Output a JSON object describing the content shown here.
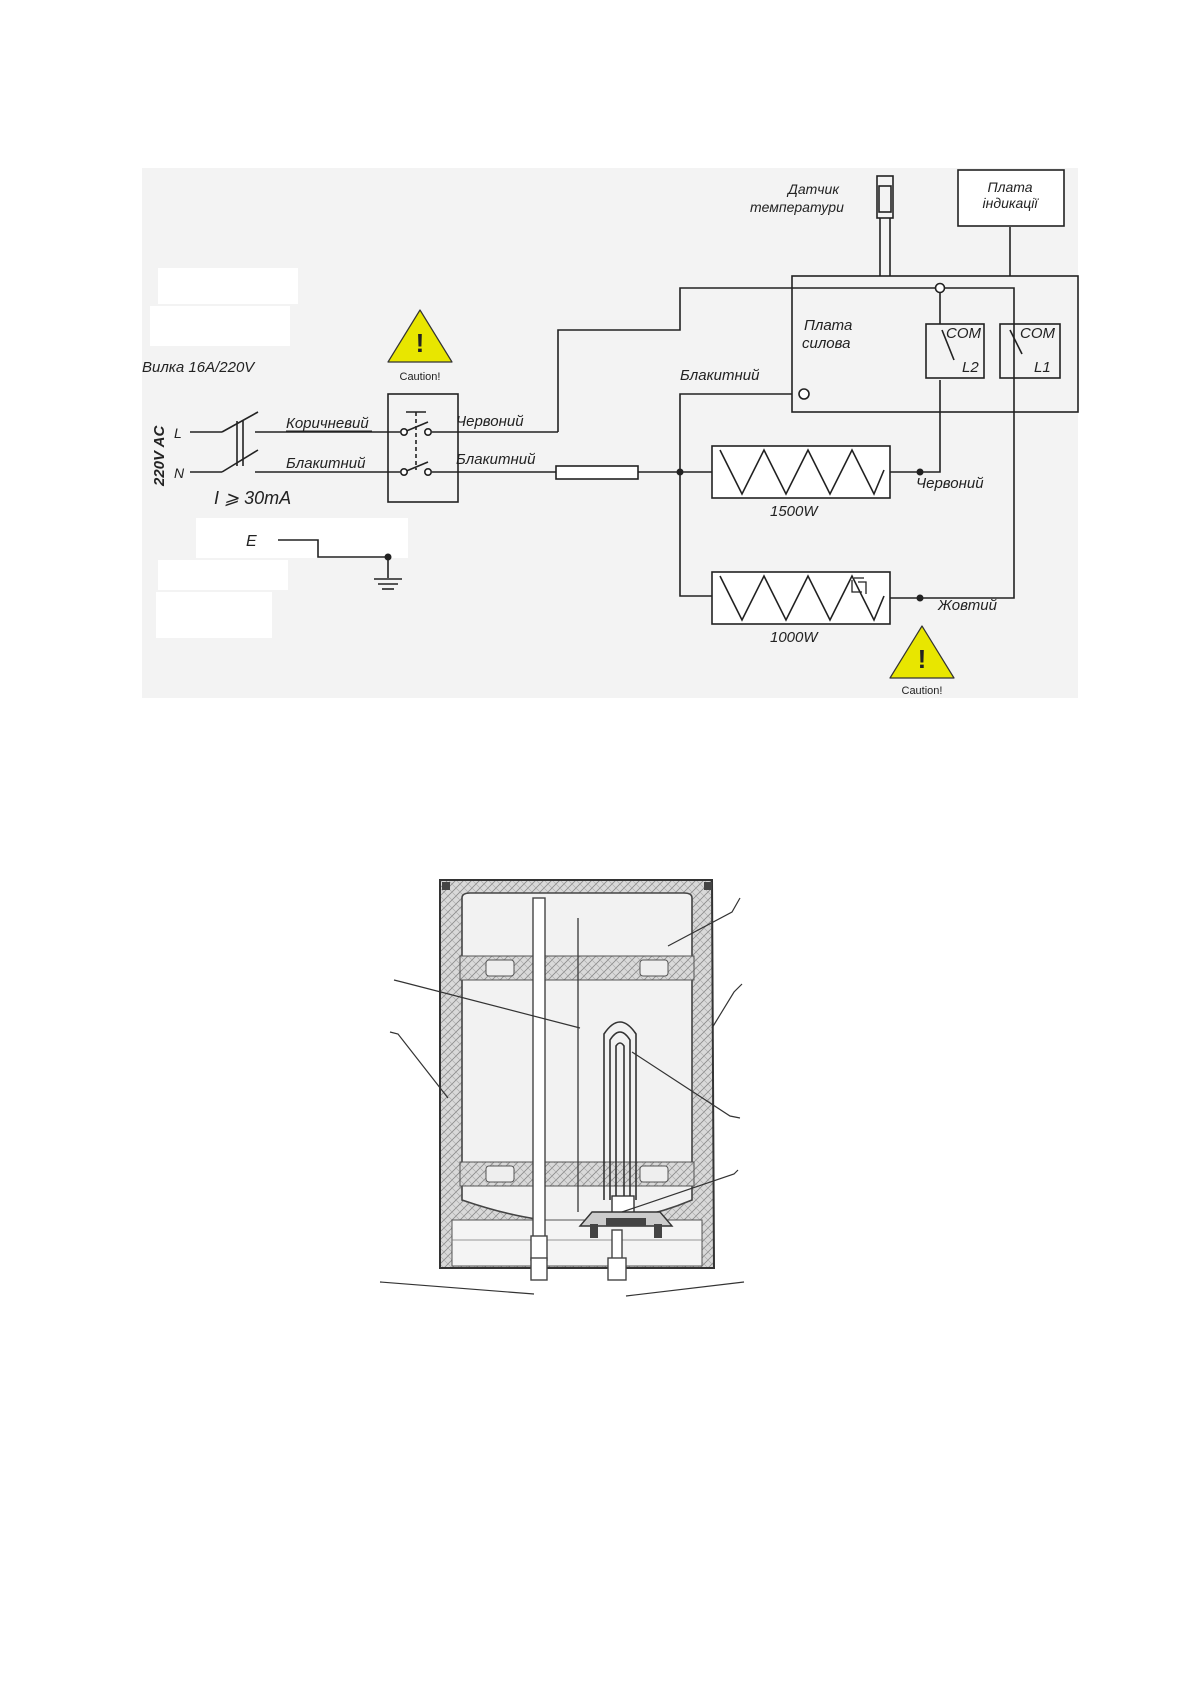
{
  "wiring": {
    "plug_label": "Вилка 16A/220V",
    "voltage_label": "220V AC",
    "line_L": "L",
    "line_N": "N",
    "earth_E": "E",
    "rcd_label": "I ⩾ 30mA",
    "wire_brown": "Коричневий",
    "wire_blue_in": "Блакитний",
    "wire_red_out": "Червоний",
    "wire_blue_out": "Блакитний",
    "wire_blue_board": "Блакитний",
    "wire_red_heater": "Червоний",
    "wire_yellow_heater": "Жовтий",
    "caution_1": "Caution!",
    "caution_2": "Caution!",
    "caution_symbol": "!",
    "sensor_label_1": "Датчик",
    "sensor_label_2": "температури",
    "display_board_1": "Плата",
    "display_board_2": "індикації",
    "power_board_1": "Плата",
    "power_board_2": "силова",
    "relay1_com": "COM",
    "relay1_out": "L2",
    "relay2_com": "COM",
    "relay2_out": "L1",
    "heater1_power": "1500W",
    "heater2_power": "1000W"
  },
  "colors": {
    "diagram_background": "#f3f3f3",
    "warning_yellow": "#e8e600",
    "line": "#222222",
    "insulation": "#cfcfcf"
  },
  "icons": [
    "warning-triangle-icon",
    "ground-symbol-icon",
    "thermostat-icon"
  ]
}
